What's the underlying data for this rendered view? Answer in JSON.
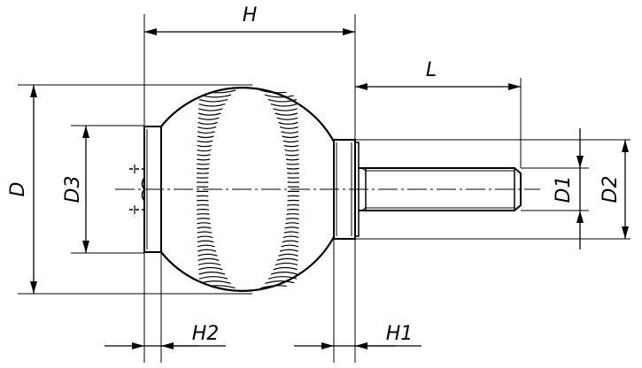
{
  "dimensions": {
    "H": "H",
    "L": "L",
    "D": "D",
    "D1": "D1",
    "D2": "D2",
    "D3": "D3",
    "H1": "H1",
    "H2": "H2"
  }
}
